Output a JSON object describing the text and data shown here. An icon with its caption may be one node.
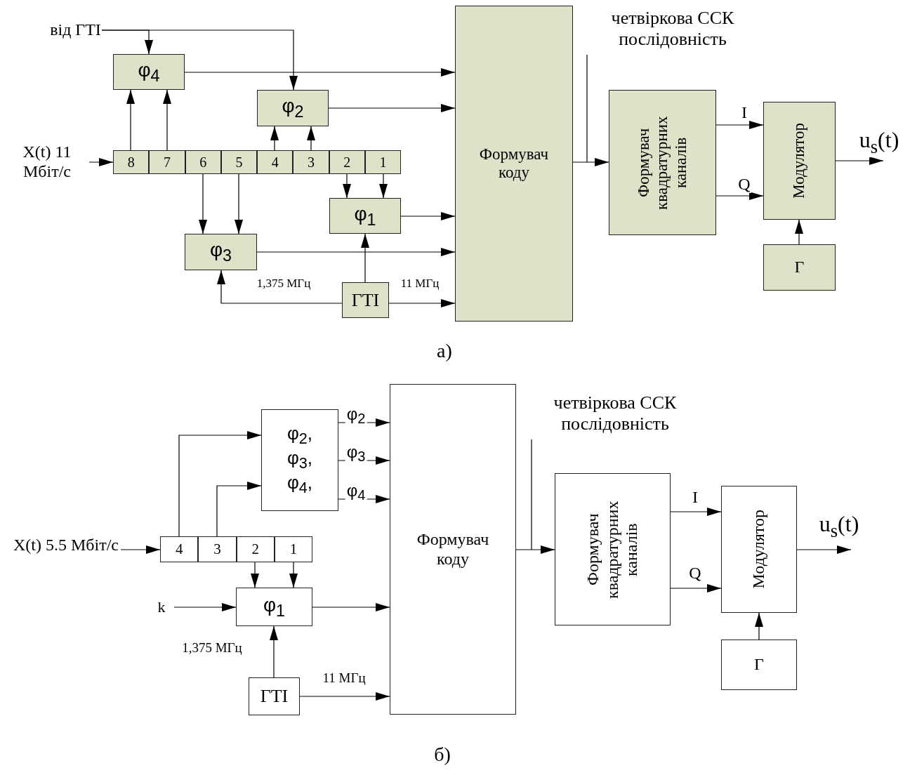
{
  "diagram": {
    "nodes": [
      {
        "text": [
          "від ГТІ"
        ]
      },
      {
        "text": [
          "φ$_{4}$"
        ]
      },
      {
        "text": [
          "φ$_{2}$"
        ]
      },
      {
        "text": [
          "X(t) 11 Мбіт/с"
        ]
      },
      {
        "text": [
          "8"
        ]
      },
      {
        "text": [
          "7"
        ]
      },
      {
        "text": [
          "6"
        ]
      },
      {
        "text": [
          "5"
        ]
      },
      {
        "text": [
          "4"
        ]
      },
      {
        "text": [
          "3"
        ]
      },
      {
        "text": [
          "2"
        ]
      },
      {
        "text": [
          "1"
        ]
      },
      {
        "text": [
          "φ$_{1}$"
        ]
      },
      {
        "text": [
          "φ$_{3}$"
        ]
      },
      {
        "text": [
          "ГТІ"
        ]
      },
      {
        "text": [
          "Формувач коду"
        ]
      },
      {
        "text": [
          "четвіркова ССК послідовність"
        ]
      },
      {
        "text": [
          "Формувач квадратурних каналів"
        ]
      },
      {
        "text": [
          "Модулятор"
        ]
      },
      {
        "text": [
          "Г"
        ]
      },
      {
        "text": [
          "X(t) 5.5 Мбіт/с"
        ]
      },
      {
        "text": [
          "φ$_{2}$, φ$_{3}$, φ$_{4}$,"
        ]
      },
      {
        "text": [
          "4"
        ]
      },
      {
        "text": [
          "3"
        ]
      },
      {
        "text": [
          "2"
        ]
      },
      {
        "text": [
          "1"
        ]
      },
      {
        "text": [
          "k"
        ]
      },
      {
        "text": [
          "φ$_{1}$"
        ]
      },
      {
        "text": [
          "ГТІ"
        ]
      },
      {
        "text": [
          "Формувач коду"
        ]
      },
      {
        "text": [
          "четвіркова ССК послідовність"
        ]
      },
      {
        "text": [
          "Формувач квадратурних каналів"
        ]
      },
      {
        "text": [
          "Модулятор"
        ]
      },
      {
        "text": [
          "Г"
        ]
      }
    ],
    "edges": [
      {
        "from": 0,
        "to": 1,
        "arrow": "to"
      },
      {
        "from": 0,
        "to": 2,
        "arrow": "to"
      },
      {
        "from": 1,
        "to": 15,
        "arrow": "to"
      },
      {
        "from": 2,
        "to": 15,
        "arrow": "to"
      },
      {
        "from": 12,
        "to": 15,
        "arrow": "to"
      },
      {
        "from": 13,
        "to": 15,
        "arrow": "to"
      },
      {
        "from": 14,
        "to": 15,
        "arrow": "to",
        "label": "11 МГц"
      },
      {
        "from": 3,
        "to": 4,
        "arrow": "to"
      },
      {
        "from": 4,
        "to": 1,
        "arrow": "to"
      },
      {
        "from": 5,
        "to": 1,
        "arrow": "to"
      },
      {
        "from": 8,
        "to": 2,
        "arrow": "to"
      },
      {
        "from": 9,
        "to": 2,
        "arrow": "to"
      },
      {
        "from": 6,
        "to": 13,
        "arrow": "to"
      },
      {
        "from": 7,
        "to": 13,
        "arrow": "to"
      },
      {
        "from": 10,
        "to": 12,
        "arrow": "to"
      },
      {
        "from": 11,
        "to": 12,
        "arrow": "to"
      },
      {
        "from": 14,
        "to": 12,
        "arrow": "to"
      },
      {
        "from": 14,
        "to": 13,
        "arrow": "to",
        "label": "1,375 МГц"
      },
      {
        "from": 15,
        "to": 17,
        "arrow": "to"
      },
      {
        "from": 16,
        "to": null,
        "arrow": "none"
      },
      {
        "from": 17,
        "to": 18,
        "arrow": "to",
        "label": "I"
      },
      {
        "from": 17,
        "to": 18,
        "arrow": "to",
        "label": "Q"
      },
      {
        "from": 19,
        "to": 18,
        "arrow": "to"
      },
      {
        "from": 18,
        "to": null,
        "arrow": "to",
        "label": "u$_{s}$(t)"
      },
      {
        "from": 20,
        "to": 22,
        "arrow": "to"
      },
      {
        "from": 22,
        "to": 21,
        "arrow": "to"
      },
      {
        "from": 23,
        "to": 21,
        "arrow": "to"
      },
      {
        "from": 21,
        "to": 29,
        "arrow": "to",
        "label": "φ$_{2}$"
      },
      {
        "from": 21,
        "to": 29,
        "arrow": "to",
        "label": "φ$_{3}$"
      },
      {
        "from": 21,
        "to": 29,
        "arrow": "to",
        "label": "φ$_{4}$"
      },
      {
        "from": 24,
        "to": 27,
        "arrow": "to"
      },
      {
        "from": 25,
        "to": 27,
        "arrow": "to"
      },
      {
        "from": 26,
        "to": 27,
        "arrow": "to"
      },
      {
        "from": 27,
        "to": 29,
        "arrow": "to"
      },
      {
        "from": 28,
        "to": 27,
        "arrow": "to",
        "label": "1,375 МГц"
      },
      {
        "from": 28,
        "to": 29,
        "arrow": "to",
        "label": "11 МГц"
      },
      {
        "from": 29,
        "to": 31,
        "arrow": "to"
      },
      {
        "from": 30,
        "to": null,
        "arrow": "none"
      },
      {
        "from": 31,
        "to": 32,
        "arrow": "to",
        "label": "I"
      },
      {
        "from": 31,
        "to": 32,
        "arrow": "to",
        "label": "Q"
      },
      {
        "from": 33,
        "to": 32,
        "arrow": "to"
      },
      {
        "from": 32,
        "to": null,
        "arrow": "to",
        "label": "u$_{s}$(t)"
      }
    ],
    "labels": [
      "а)",
      "б)"
    ]
  }
}
